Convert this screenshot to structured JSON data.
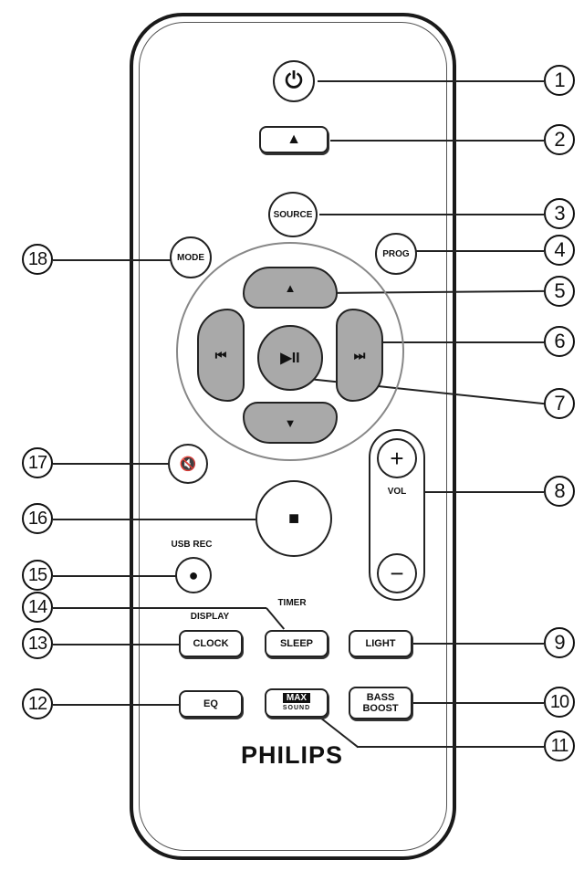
{
  "brand": "PHILIPS",
  "callouts": [
    "1",
    "2",
    "3",
    "4",
    "5",
    "6",
    "7",
    "8",
    "9",
    "10",
    "11",
    "12",
    "13",
    "14",
    "15",
    "16",
    "17",
    "18"
  ],
  "buttons": {
    "power": "⏻",
    "eject": "▲",
    "source": "SOURCE",
    "mode": "MODE",
    "prog": "PROG",
    "up": "▲",
    "down": "▼",
    "prev": "⏮",
    "next": "⏭",
    "play_pause": "▶II",
    "mute": "🔇",
    "stop": "■",
    "vol_plus": "+",
    "vol_minus": "−",
    "vol_label": "VOL",
    "usb_rec_label": "USB REC",
    "usb_rec": "●",
    "display_label": "DISPLAY",
    "clock": "CLOCK",
    "timer_label": "TIMER",
    "sleep": "SLEEP",
    "light": "LIGHT",
    "eq": "EQ",
    "max_top": "MAX",
    "max_bottom": "SOUND",
    "bass_line1": "BASS",
    "bass_line2": "BOOST"
  }
}
